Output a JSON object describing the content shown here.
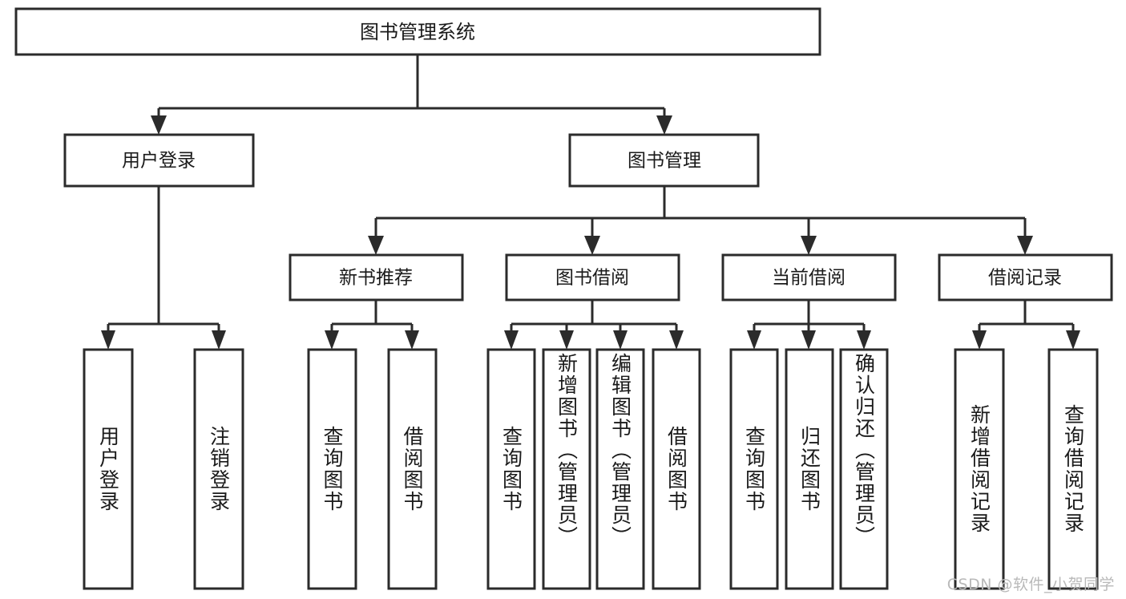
{
  "diagram": {
    "type": "tree",
    "title": "图书管理系统",
    "watermark": "CSDN @软件_小贺同学",
    "orientation": "top-down",
    "colors": {
      "box_fill": "#ffffff",
      "box_stroke": "#2b2b2b",
      "text": "#1a1a1a",
      "watermark": "#b9b9b9",
      "background": "#ffffff"
    },
    "levels": {
      "root": [
        "图书管理系统"
      ],
      "level2": [
        "用户登录",
        "图书管理"
      ],
      "level3": [
        "新书推荐",
        "图书借阅",
        "当前借阅",
        "借阅记录"
      ],
      "leaves": [
        "用户登录",
        "注销登录",
        "查询图书",
        "借阅图书",
        "查询图书",
        "新增图书（管理员）",
        "编辑图书（管理员）",
        "借阅图书",
        "查询图书",
        "归还图书",
        "确认归还（管理员）",
        "新增借阅记录",
        "查询借阅记录"
      ]
    },
    "nodes": {
      "root": {
        "label": "图书管理系统"
      },
      "user_login": {
        "label": "用户登录"
      },
      "book_manage": {
        "label": "图书管理"
      },
      "new_book_rec": {
        "label": "新书推荐"
      },
      "book_borrow": {
        "label": "图书借阅"
      },
      "current_borrow": {
        "label": "当前借阅"
      },
      "borrow_record": {
        "label": "借阅记录"
      },
      "leaf_user_login": {
        "label": "用户登录"
      },
      "leaf_user_logout": {
        "label": "注销登录"
      },
      "leaf_query_book_1": {
        "label": "查询图书"
      },
      "leaf_borrow_book_1": {
        "label": "借阅图书"
      },
      "leaf_query_book_2": {
        "label": "查询图书"
      },
      "leaf_add_book": {
        "label": "新增图书（管理员）"
      },
      "leaf_edit_book": {
        "label": "编辑图书（管理员）"
      },
      "leaf_borrow_book_2": {
        "label": "借阅图书"
      },
      "leaf_query_book_3": {
        "label": "查询图书"
      },
      "leaf_return_book": {
        "label": "归还图书"
      },
      "leaf_confirm_return": {
        "label": "确认归还（管理员）"
      },
      "leaf_add_record": {
        "label": "新增借阅记录"
      },
      "leaf_query_record": {
        "label": "查询借阅记录"
      }
    },
    "edges": [
      {
        "from": "root",
        "to": "user_login"
      },
      {
        "from": "root",
        "to": "book_manage"
      },
      {
        "from": "user_login",
        "to": "leaf_user_login"
      },
      {
        "from": "user_login",
        "to": "leaf_user_logout"
      },
      {
        "from": "book_manage",
        "to": "new_book_rec"
      },
      {
        "from": "book_manage",
        "to": "book_borrow"
      },
      {
        "from": "book_manage",
        "to": "current_borrow"
      },
      {
        "from": "book_manage",
        "to": "borrow_record"
      },
      {
        "from": "new_book_rec",
        "to": "leaf_query_book_1"
      },
      {
        "from": "new_book_rec",
        "to": "leaf_borrow_book_1"
      },
      {
        "from": "book_borrow",
        "to": "leaf_query_book_2"
      },
      {
        "from": "book_borrow",
        "to": "leaf_add_book"
      },
      {
        "from": "book_borrow",
        "to": "leaf_edit_book"
      },
      {
        "from": "book_borrow",
        "to": "leaf_borrow_book_2"
      },
      {
        "from": "current_borrow",
        "to": "leaf_query_book_3"
      },
      {
        "from": "current_borrow",
        "to": "leaf_return_book"
      },
      {
        "from": "current_borrow",
        "to": "leaf_confirm_return"
      },
      {
        "from": "borrow_record",
        "to": "leaf_add_record"
      },
      {
        "from": "borrow_record",
        "to": "leaf_query_record"
      }
    ]
  }
}
